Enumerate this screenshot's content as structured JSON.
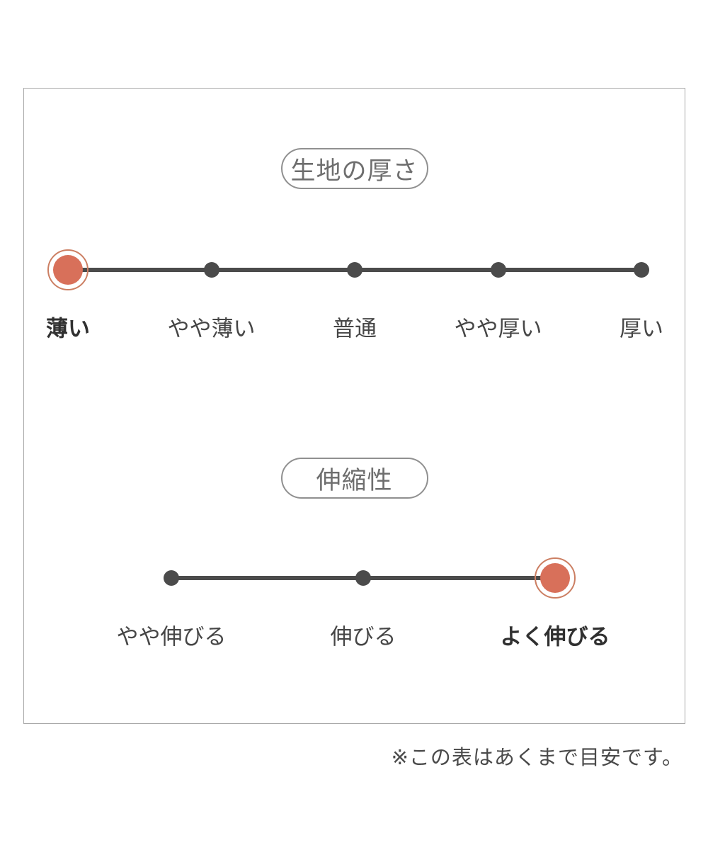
{
  "panel": {
    "note": "※この表はあくまで目安です。"
  },
  "colors": {
    "accent": "#d8705a",
    "accent_ring": "#cc7f63",
    "track": "#4b4b4b",
    "label": "#464646",
    "label_selected": "#303030",
    "pill_text": "#6e6e6e",
    "pill_border": "#909090",
    "box_border": "#a8a8a8",
    "note_text": "#4a4a4a",
    "background": "#ffffff"
  },
  "chart_data": [
    {
      "type": "rating-scale",
      "title": "生地の厚さ",
      "categories": [
        "薄い",
        "やや薄い",
        "普通",
        "やや厚い",
        "厚い"
      ],
      "selected_index": 0,
      "selected_label": "薄い",
      "points": 5
    },
    {
      "type": "rating-scale",
      "title": "伸縮性",
      "categories": [
        "やや伸びる",
        "伸びる",
        "よく伸びる"
      ],
      "selected_index": 2,
      "selected_label": "よく伸びる",
      "points": 3
    }
  ]
}
